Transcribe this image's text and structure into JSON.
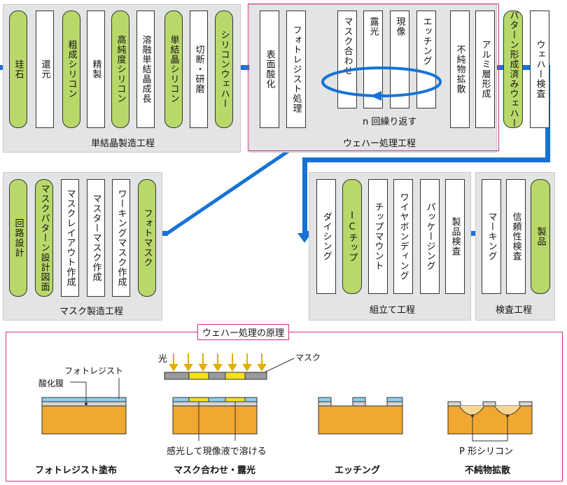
{
  "single_crystal": {
    "title": "単結晶製造工程",
    "steps": [
      "珪石",
      "還元",
      "粗成シリコン",
      "精製",
      "高純度シリコン",
      "溶融単結晶成長",
      "単結晶シリコン",
      "切断・研磨",
      "シリコンウェハー"
    ]
  },
  "wafer": {
    "title": "ウェハー処理工程",
    "steps": [
      "表面酸化",
      "フォトレジスト処理",
      "マスク合わせ",
      "露光",
      "現像",
      "エッチング",
      "不純物拡散",
      "アルミ層形成"
    ],
    "repeat": "n 回繰り返す"
  },
  "patterned": {
    "wafer": "パターン形成済みウェハー",
    "inspect": "ウェハー検査"
  },
  "mask": {
    "title": "マスク製造工程",
    "steps": [
      "回路設計",
      "マスクパターン設計図面",
      "マスクレイアウト作成",
      "マスターマスク作成",
      "ワーキングマスク作成",
      "フォトマスク"
    ]
  },
  "assembly": {
    "title": "組立て工程",
    "steps": [
      "ダイシング",
      "ICチップ",
      "チップマウント",
      "ワイヤボンディング",
      "パッケージング",
      "製品検査"
    ]
  },
  "inspection": {
    "title": "検査工程",
    "steps": [
      "マーキング",
      "信頼性検査",
      "製品"
    ]
  },
  "principle": {
    "title": "ウェハー処理の原理",
    "light": "光",
    "mask": "マスク",
    "photoresist": "フォトレジスト",
    "oxide": "酸化膜",
    "dissolve": "感光して現像液で溶ける",
    "ptype": "P 形シリコン",
    "captions": [
      "フォトレジスト塗布",
      "マスク合わせ・露光",
      "エッチング",
      "不純物拡散"
    ]
  },
  "colors": {
    "green": "#b9d86a",
    "blue": "#1672d6",
    "pink": "#c8307e",
    "orange": "#f0a830",
    "yellow": "#f5e11c",
    "cyan": "#8fd0ea"
  }
}
